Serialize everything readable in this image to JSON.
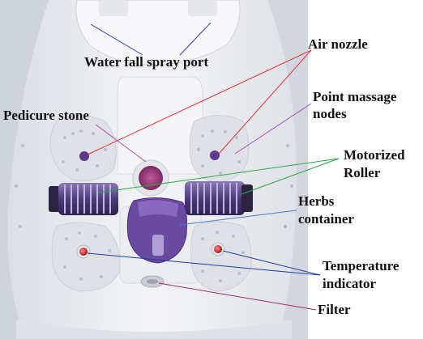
{
  "labels": {
    "waterfall": "Water fall spray port",
    "air_nozzle": "Air nozzle",
    "pedicure_stone": "Pedicure stone",
    "point_massage_1": "Point massage",
    "point_massage_2": "nodes",
    "motorized_1": "Motorized",
    "motorized_2": "Roller",
    "herbs_1": "Herbs",
    "herbs_2": "container",
    "temperature_1": "Temperature",
    "temperature_2": "indicator",
    "filter": "Filter"
  },
  "colors": {
    "waterfall_line": "#2a3fbf",
    "air_nozzle_line": "#e0303a",
    "pedicure_line": "#b04aa8",
    "point_massage_line": "#9a50c8",
    "motorized_line": "#2aa84a",
    "herbs_line": "#3a80d8",
    "temperature_line": "#1f3aa8",
    "filter_line": "#a0306a",
    "purple": "#6a4aa0",
    "basin": "#eef0f3"
  }
}
